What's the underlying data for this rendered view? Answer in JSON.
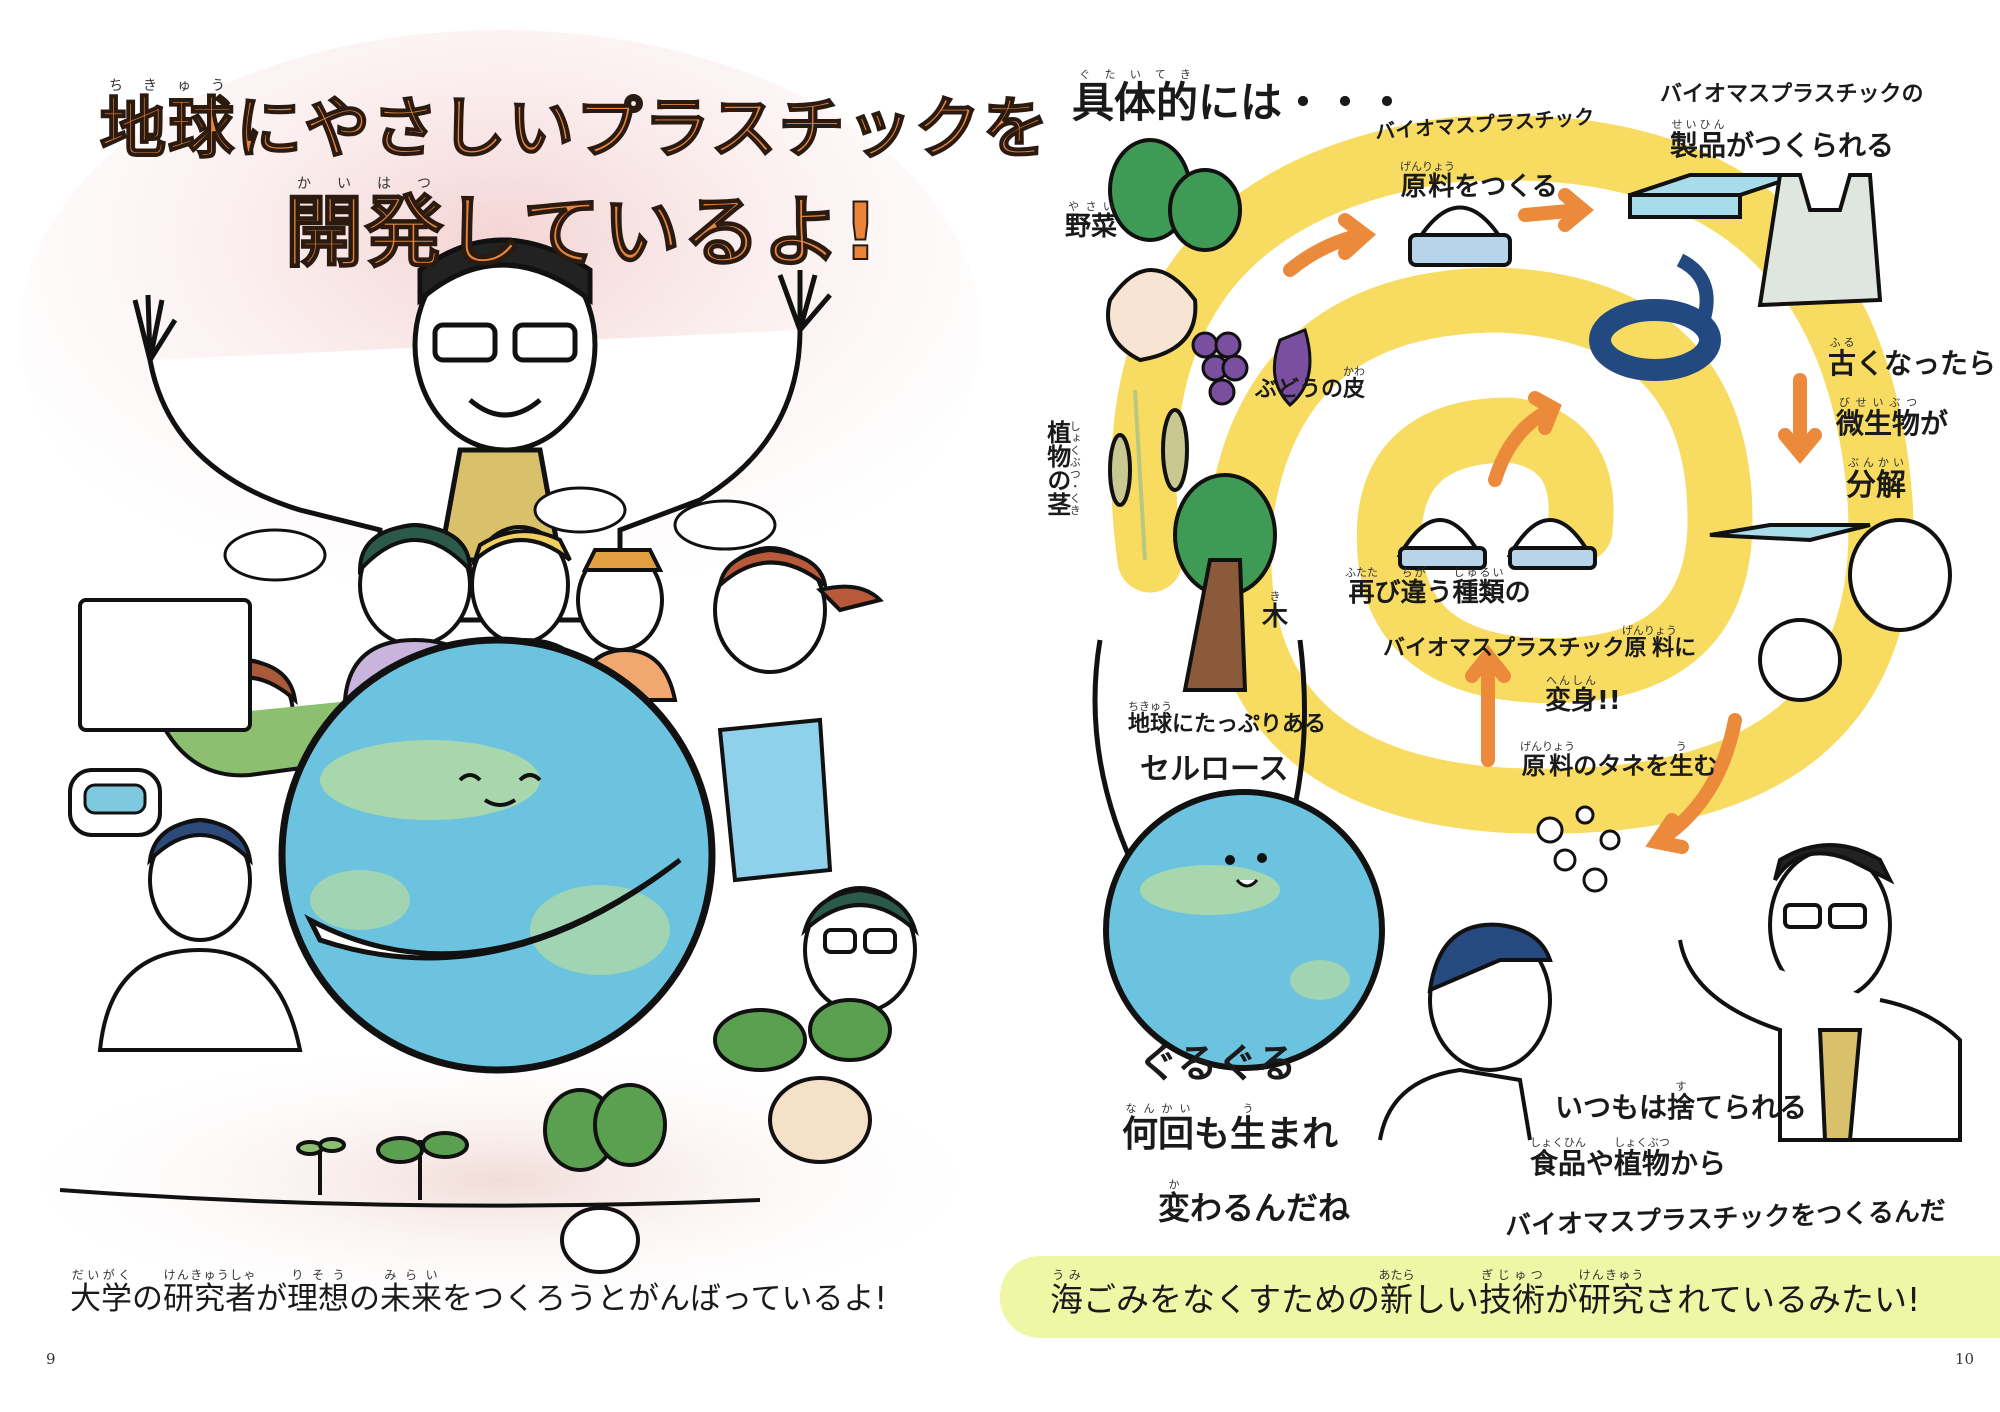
{
  "left_page": {
    "title_line1": [
      {
        "text": "地球",
        "ruby": "ちきゅう"
      },
      {
        "text": "にやさしいプラスチックを",
        "ruby": ""
      }
    ],
    "title_line2": [
      {
        "text": "開発",
        "ruby": "かいはつ"
      },
      {
        "text": "しているよ!",
        "ruby": ""
      }
    ],
    "caption": [
      {
        "text": "大学",
        "ruby": "だいがく"
      },
      {
        "text": "の",
        "ruby": ""
      },
      {
        "text": "研究者",
        "ruby": "けんきゅうしゃ"
      },
      {
        "text": "が",
        "ruby": ""
      },
      {
        "text": "理想",
        "ruby": "りそう"
      },
      {
        "text": "の",
        "ruby": ""
      },
      {
        "text": "未来",
        "ruby": "みらい"
      },
      {
        "text": "をつくろうとがんばっているよ!",
        "ruby": ""
      }
    ],
    "page_number": "9"
  },
  "right_page": {
    "heading": {
      "text": "具体的",
      "ruby": "ぐたいてき",
      "rest": "には・・・"
    },
    "labels": {
      "vegetable": {
        "text": "野菜",
        "ruby": "やさい"
      },
      "grape_skin": {
        "pre": "ぶどうの",
        "text": "皮",
        "ruby": "かわ"
      },
      "plant_stem": {
        "text": "植物の茎",
        "ruby": "しょくぶつ・くき"
      },
      "tree": {
        "text": "木",
        "ruby": "き"
      },
      "raw_material_1": "バイオマスプラスチック",
      "raw_material_2": {
        "text": "原料",
        "ruby": "げんりょう",
        "rest": "をつくる"
      },
      "product_1": "バイオマスプラスチックの",
      "product_2": {
        "text": "製品",
        "ruby": "せいひん",
        "rest": "がつくられる"
      },
      "decompose_1": {
        "text": "古",
        "ruby": "ふる",
        "rest": "くなったら"
      },
      "decompose_2": {
        "text": "微生物",
        "ruby": "びせいぶつ",
        "rest": "が"
      },
      "decompose_3": {
        "text": "分解",
        "ruby": "ぶんかい"
      },
      "seed": {
        "text": "原料",
        "ruby": "げんりょう",
        "mid": "のタネを",
        "text2": "生",
        "ruby2": "う",
        "rest": "む"
      },
      "transform_1": {
        "a": "再",
        "ra": "ふたた",
        "b": "び",
        "c": "違",
        "rc": "ちが",
        "d": "う",
        "e": "種類",
        "re": "しゅるい",
        "f": "の"
      },
      "transform_2": {
        "pre": "バイオマスプラスチック",
        "text": "原料",
        "ruby": "げんりょう",
        "rest": "に"
      },
      "transform_3": {
        "text": "変身",
        "ruby": "へんしん",
        "rest": "!!"
      },
      "cellulose_1": {
        "text": "地球",
        "ruby": "ちきゅう",
        "rest": "にたっぷりある"
      },
      "cellulose_2": "セルロース",
      "cycle_1": "ぐるぐる",
      "cycle_2": {
        "a": "何回",
        "ra": "なんかい",
        "b": "も",
        "c": "生",
        "rc": "う",
        "d": "まれ"
      },
      "cycle_3": {
        "a": "変",
        "ra": "か",
        "b": "わるんだね"
      },
      "waste_1": {
        "a": "いつもは",
        "b": "捨",
        "rb": "す",
        "c": "てられる"
      },
      "waste_2": {
        "a": "食品",
        "ra": "しょくひん",
        "b": "や",
        "c": "植物",
        "rc": "しょくぶつ",
        "d": "から"
      },
      "waste_3": "バイオマスプラスチックをつくるんだ"
    },
    "caption": [
      {
        "text": "海",
        "ruby": "うみ"
      },
      {
        "text": "ごみをなくすための",
        "ruby": ""
      },
      {
        "text": "新",
        "ruby": "あたら"
      },
      {
        "text": "しい",
        "ruby": ""
      },
      {
        "text": "技術",
        "ruby": "ぎじゅつ"
      },
      {
        "text": "が",
        "ruby": ""
      },
      {
        "text": "研究",
        "ruby": "けんきゅう"
      },
      {
        "text": "されているみたい!",
        "ruby": ""
      }
    ],
    "page_number": "10"
  },
  "colors": {
    "title_orange": "#e8843a",
    "spiral_yellow": "#f8dc62",
    "caption_green": "#eef7a6",
    "globe_blue": "#6cc3e0",
    "globe_green": "#b8dca0",
    "blush_pink": "#f6dede",
    "arrow_orange": "#ec8a3c"
  }
}
